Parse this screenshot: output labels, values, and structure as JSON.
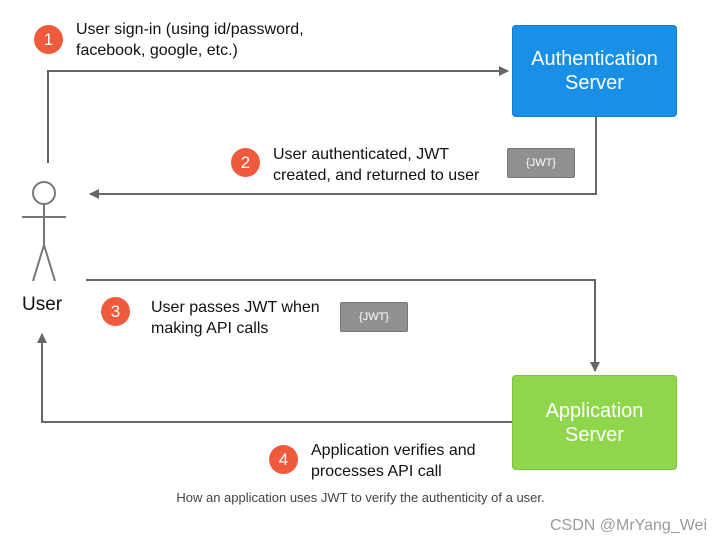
{
  "servers": {
    "auth": {
      "line1": "Authentication",
      "line2": "Server"
    },
    "app": {
      "line1": "Application",
      "line2": "Server"
    }
  },
  "user": {
    "label": "User"
  },
  "steps": [
    {
      "number": "1",
      "line1": "User sign-in (using id/password,",
      "line2": "facebook, google, etc.)"
    },
    {
      "number": "2",
      "line1": "User authenticated, JWT",
      "line2": "created, and returned to user"
    },
    {
      "number": "3",
      "line1": "User passes JWT when",
      "line2": "making API calls"
    },
    {
      "number": "4",
      "line1": "Application verifies and",
      "line2": "processes API call"
    }
  ],
  "tokens": {
    "step2": "{JWT}",
    "step3": "{JWT}"
  },
  "caption": "How an application uses JWT to verify the authenticity of a user.",
  "watermark": "CSDN @MrYang_Wei",
  "colors": {
    "auth_server": "#1a8fe6",
    "app_server": "#8fd64d",
    "step_circle": "#ef5a3c",
    "token": "#909090",
    "arrow": "#666666"
  }
}
